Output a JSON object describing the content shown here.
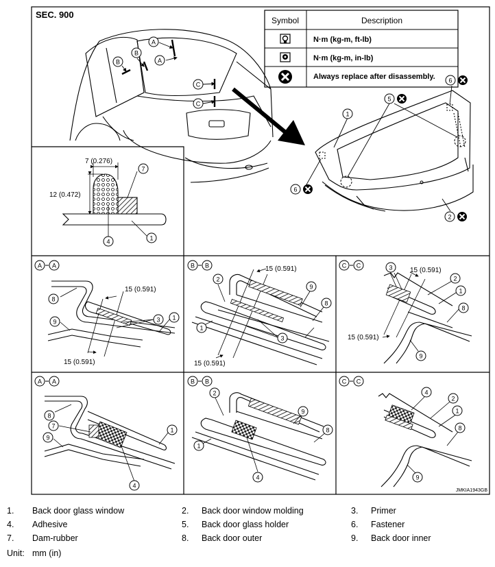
{
  "section": "SEC. 900",
  "symbol_table": {
    "headers": [
      "Symbol",
      "Description"
    ],
    "rows": [
      {
        "icon": "torque-wrench-icon",
        "description": "N·m (kg-m, ft-lb)"
      },
      {
        "icon": "torque-wrench-small-icon",
        "description": "N·m (kg-m, in-lb)"
      },
      {
        "icon": "replace-x-icon",
        "description": "Always replace after disassembly."
      }
    ]
  },
  "section_markers": {
    "a": "A",
    "b": "B",
    "c": "C"
  },
  "callouts": {
    "n1": "1",
    "n2": "2",
    "n3": "3",
    "n4": "4",
    "n5": "5",
    "n6": "6",
    "n7": "7",
    "n8": "8",
    "n9": "9"
  },
  "dims": {
    "width_7": "7 (0.276)",
    "height_12": "12 (0.472)",
    "overlap_15": "15 (0.591)"
  },
  "image_code": "JMKIA1943GB",
  "legend": [
    [
      {
        "num": "1.",
        "label": "Back door glass window"
      },
      {
        "num": "2.",
        "label": "Back door window molding"
      },
      {
        "num": "3.",
        "label": "Primer"
      }
    ],
    [
      {
        "num": "4.",
        "label": "Adhesive"
      },
      {
        "num": "5.",
        "label": "Back door glass holder"
      },
      {
        "num": "6.",
        "label": "Fastener"
      }
    ],
    [
      {
        "num": "7.",
        "label": "Dam-rubber"
      },
      {
        "num": "8.",
        "label": "Back door outer"
      },
      {
        "num": "9.",
        "label": "Back door inner"
      }
    ]
  ],
  "unit": {
    "label": "Unit:",
    "value": "mm (in)"
  }
}
